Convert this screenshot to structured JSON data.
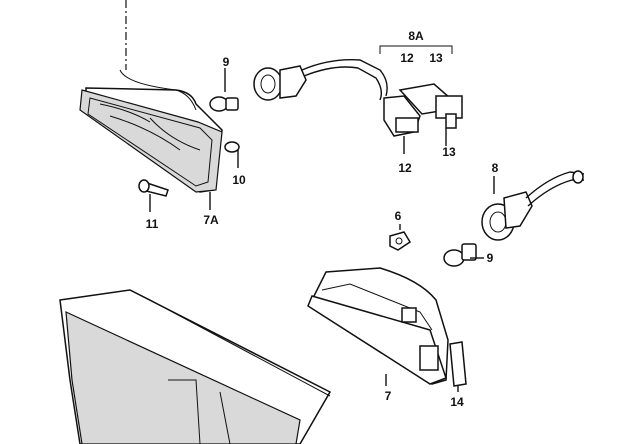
{
  "labels": {
    "p9a": "9",
    "p8a": "8A",
    "p12a": "12",
    "p13a": "13",
    "p10": "10",
    "p12b": "12",
    "p13b": "13",
    "p11": "11",
    "p7a": "7A",
    "p8": "8",
    "p6": "6",
    "p9b": "9",
    "p7": "7",
    "p14": "14"
  }
}
